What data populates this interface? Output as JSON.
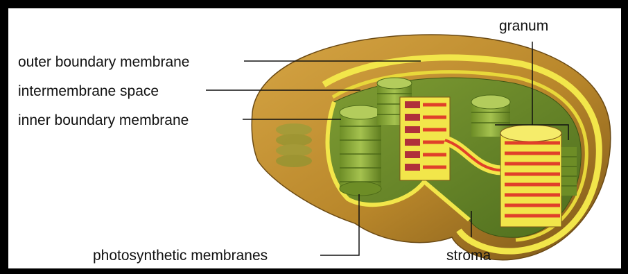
{
  "diagram": {
    "labels": {
      "outer_boundary_membrane": "outer boundary membrane",
      "intermembrane_space": "intermembrane space",
      "inner_boundary_membrane": "inner boundary membrane",
      "granum": "granum",
      "photosynthetic_membranes": "photosynthetic membranes",
      "stroma": "stroma"
    },
    "colors": {
      "outer_shell": "#b8862a",
      "membrane_yellow": "#f2e64a",
      "stroma_green": "#6e8f2e",
      "thylakoid_green": "#88a83a",
      "lamella_red": "#e0402a",
      "frame": "#000000",
      "background": "#ffffff"
    }
  }
}
